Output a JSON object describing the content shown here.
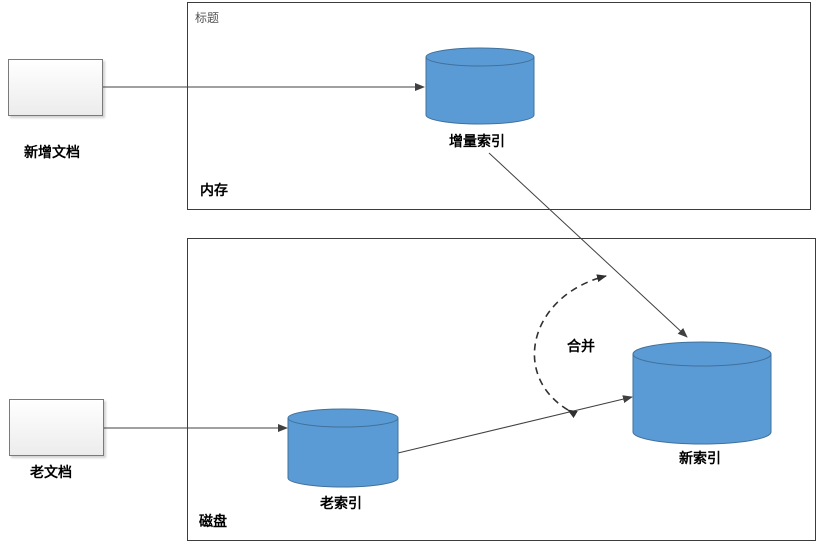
{
  "title_placeholder": "标题",
  "regions": {
    "memory": {
      "label": "内存"
    },
    "disk": {
      "label": "磁盘"
    }
  },
  "documents": {
    "new_docs": {
      "label": "新增文档"
    },
    "old_docs": {
      "label": "老文档"
    }
  },
  "indexes": {
    "incremental": {
      "label": "增量索引"
    },
    "old": {
      "label": "老索引"
    },
    "new": {
      "label": "新索引"
    }
  },
  "merge": {
    "label": "合并"
  },
  "colors": {
    "cylinder_fill": "#5b9bd5",
    "cylinder_stroke": "#41719c",
    "border": "#3c3c3c",
    "arrow": "#404040"
  }
}
